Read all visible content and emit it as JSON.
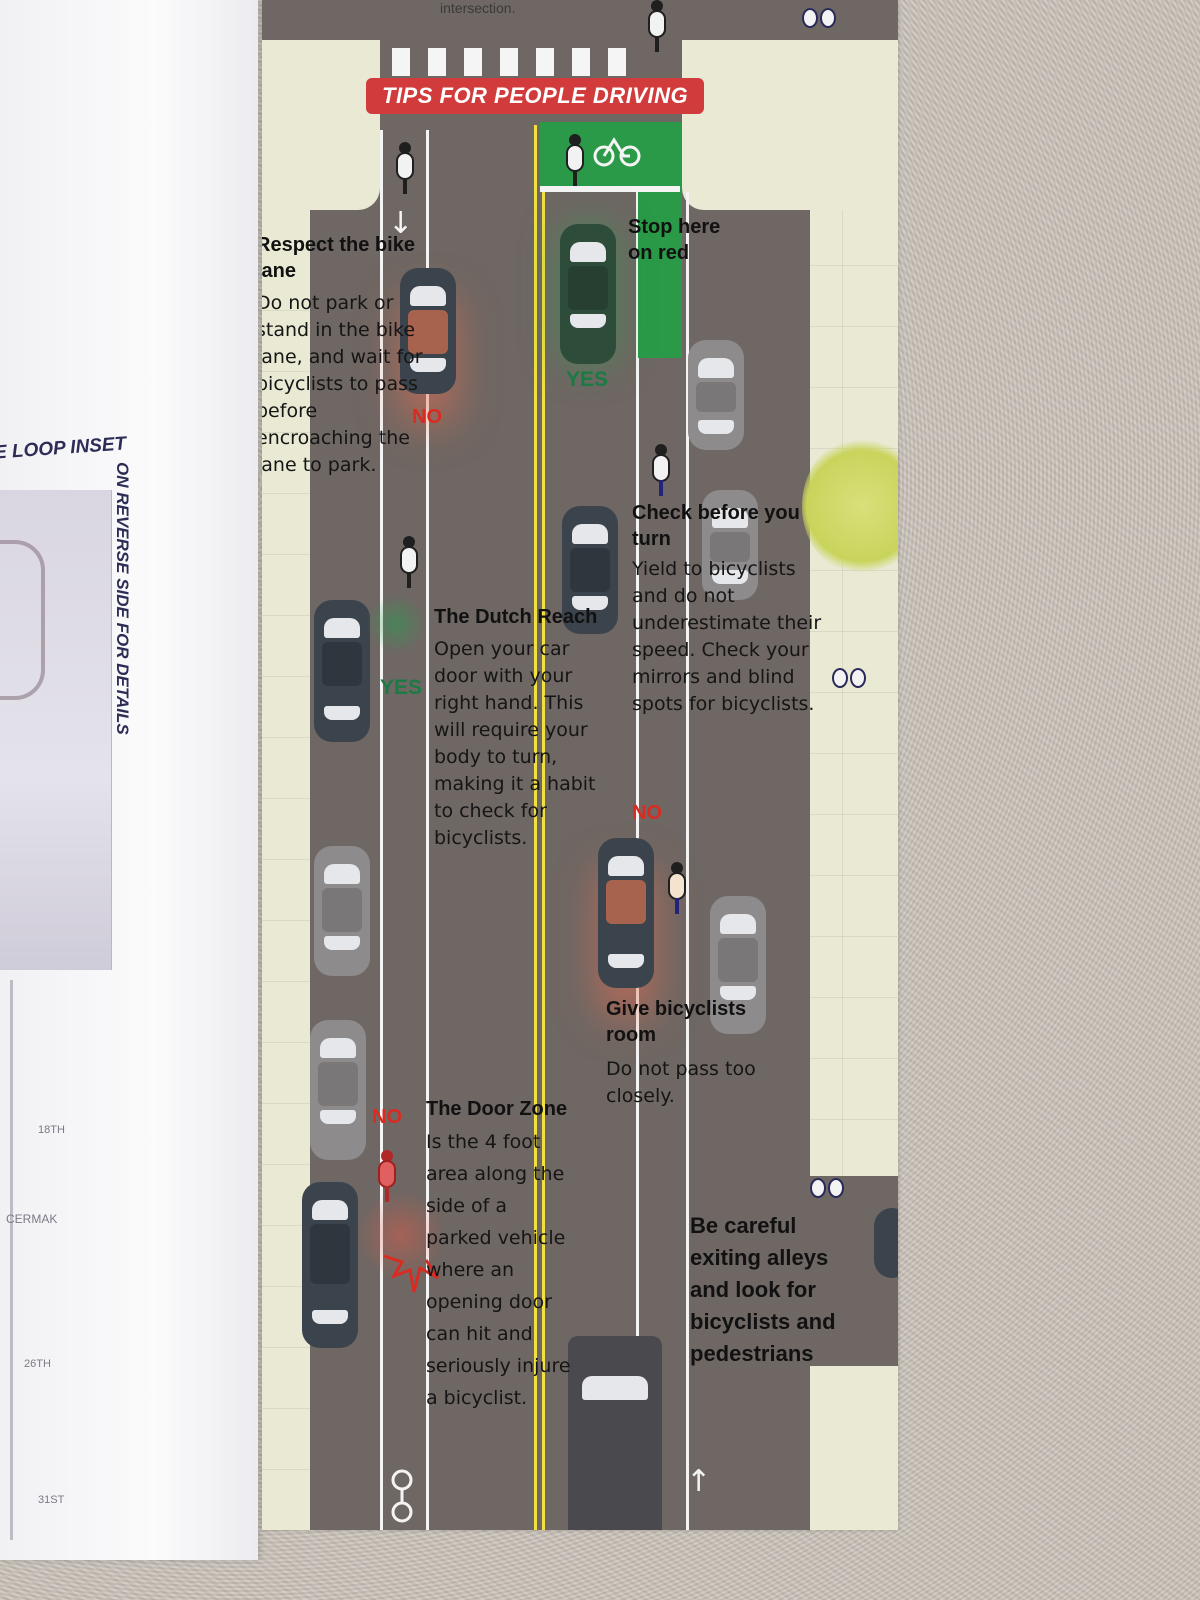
{
  "banner": {
    "title": "TIPS FOR PEOPLE DRIVING"
  },
  "top_text": "intersection.",
  "inset": {
    "title": "E LOOP INSET",
    "vertical": "ON REVERSE SIDE FOR DETAILS",
    "streets": [
      "18TH",
      "CERMAK",
      "26TH",
      "31ST"
    ]
  },
  "callouts": {
    "respect": {
      "heading": "Respect the bike lane",
      "text": "Do not park or stand in the bike lane, and wait for bicyclists to pass before encroaching the lane to park."
    },
    "stop": {
      "heading": "Stop here on red"
    },
    "check": {
      "heading": "Check before you turn",
      "text": "Yield to bicyclists and do not underestimate their speed. Check your mirrors and blind spots for bicyclists."
    },
    "dutch": {
      "heading": "The Dutch Reach",
      "text": "Open your car door with your right hand. This will require your body to turn, making it a habit to check for bicyclists."
    },
    "room": {
      "heading": "Give bicyclists room",
      "text": "Do not pass too closely."
    },
    "door": {
      "heading": "The Door Zone",
      "text": "Is the 4 foot area along the side of a parked vehicle where an opening door can hit and seriously injure a bicyclist."
    },
    "alley": {
      "heading": "Be careful exiting alleys and look for bicyclists and pedestrians"
    }
  },
  "marks": {
    "yes": "YES",
    "no": "NO"
  },
  "colors": {
    "road": "#6f6763",
    "banner": "#d23b3b",
    "green_box": "#2a9a48",
    "yes": "#1c7a44",
    "no": "#d82c22"
  }
}
